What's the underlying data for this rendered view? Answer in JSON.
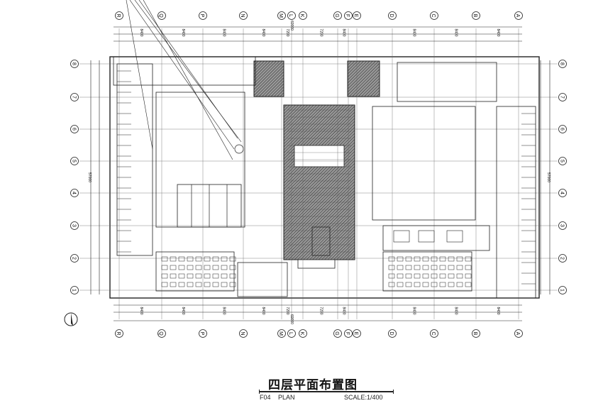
{
  "drawing": {
    "title": "四层平面布置图",
    "plan_code": "F04",
    "plan_label": "PLAN",
    "scale": "SCALE:1/400"
  },
  "grid": {
    "columns": [
      "R",
      "Q",
      "P",
      "N",
      "M",
      "L",
      "K",
      "G",
      "F",
      "E",
      "D",
      "C",
      "B",
      "A"
    ],
    "rows": [
      "1",
      "2",
      "3",
      "4",
      "5",
      "6",
      "7",
      "8"
    ]
  },
  "dimensions": {
    "overall_width": "69000",
    "overall_depth": "57000",
    "bays": [
      "8400",
      "8400",
      "8400",
      "8400",
      "7200",
      "7200",
      "8400",
      "8400",
      "8400",
      "8400"
    ]
  },
  "colors": {
    "line": "#222222",
    "hatch": "#555555",
    "background": "#ffffff"
  }
}
